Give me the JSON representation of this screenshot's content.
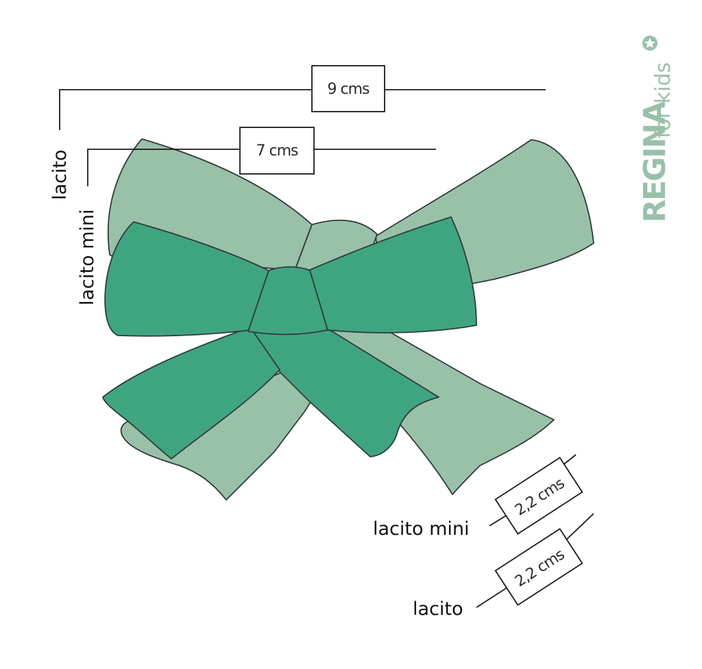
{
  "colors": {
    "bow_light": "#99c1a9",
    "bow_dark": "#3fa581",
    "outline": "#2e3b36",
    "logo": "#99c1a9",
    "ink": "#111111"
  },
  "dimensions": {
    "top_width_lacito": "9 cms",
    "top_width_lacito_mini": "7 cms",
    "ribbon_width_lacito_mini": "2,2 cms",
    "ribbon_width_lacito": "2,2 cms"
  },
  "labels": {
    "lacito_vertical": "lacito",
    "lacito_mini_vertical": "lacito mini",
    "lacito_mini_bottom": "lacito mini",
    "lacito_bottom": "lacito"
  },
  "logo": {
    "brand": "REGINA",
    "tagline": "for kids"
  }
}
